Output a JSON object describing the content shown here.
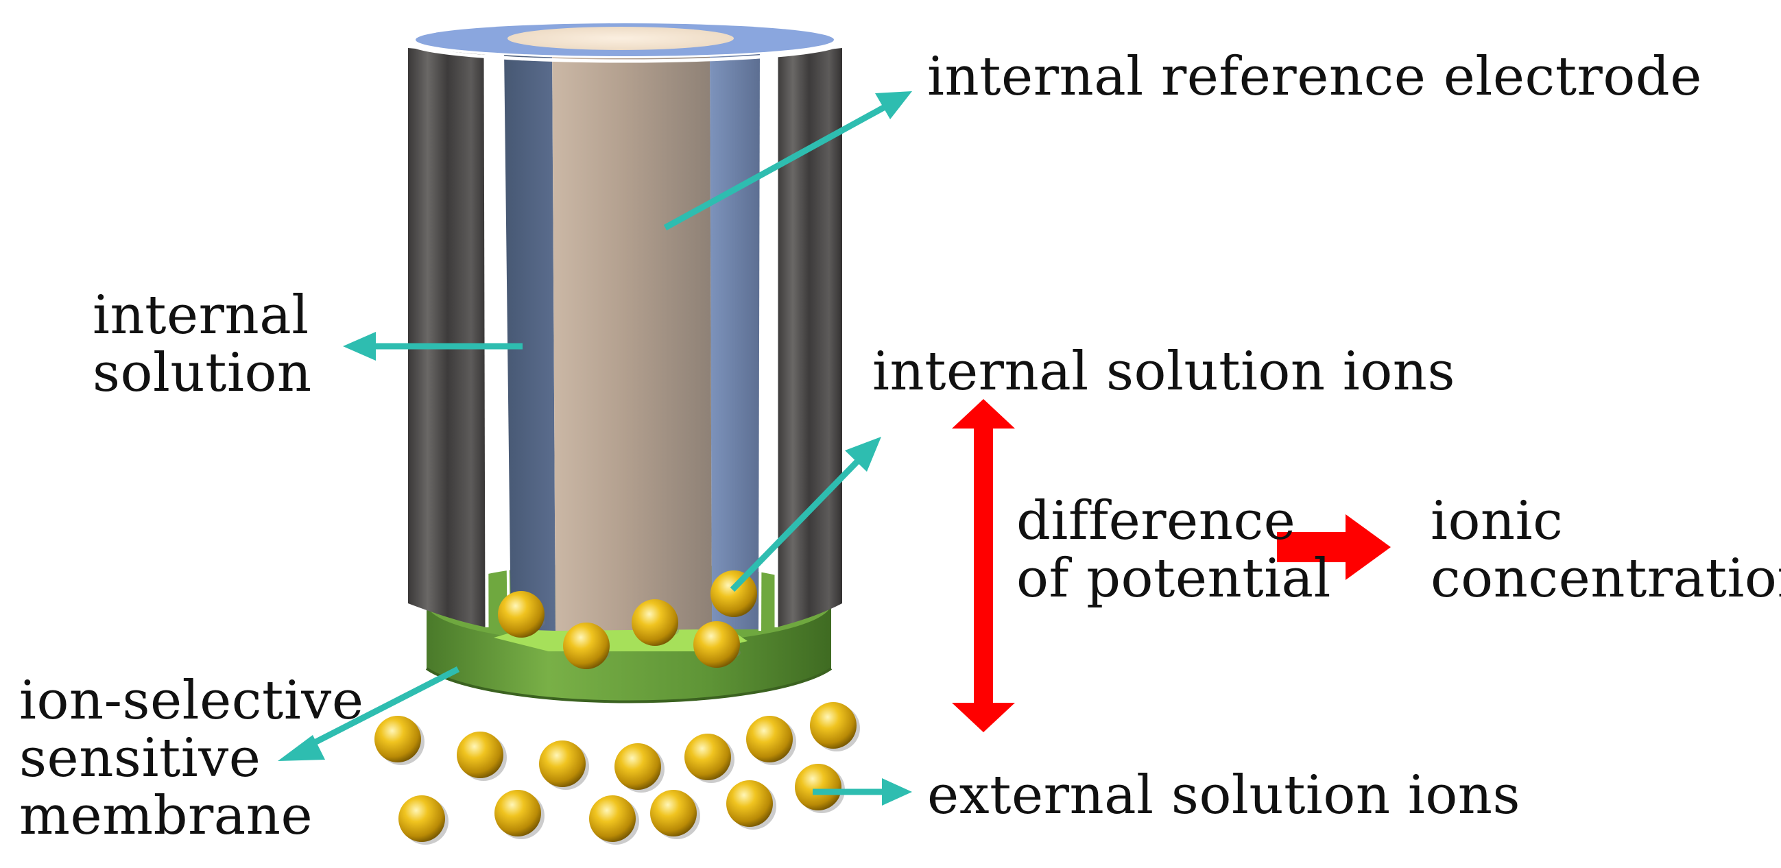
{
  "labels": {
    "internal_reference_electrode": "internal reference electrode",
    "internal_solution": [
      "internal",
      "solution"
    ],
    "internal_solution_ions": "internal solution ions",
    "difference_of_potential": [
      "difference",
      "of potential"
    ],
    "ionic_concentration": [
      "ionic",
      "concentration"
    ],
    "ion_selective_membrane": [
      "ion-selective",
      "sensitive",
      "membrane"
    ],
    "external_solution_ions": "external solution ions"
  },
  "colors": {
    "outer_wall": "#4a4848",
    "internal_solution": "#6b80a6",
    "electrode": "#b9a594",
    "membrane": "#5e9436",
    "membrane_top": "#a6e05a",
    "ion": "#e0b010",
    "pointer_arrow": "#2ebdb0",
    "potential_arrow": "#ff0000",
    "text": "#111111"
  },
  "icons": {
    "ion": "gold-sphere-icon",
    "pointer": "teal-arrow-icon",
    "potential": "red-double-arrow-icon",
    "relation": "red-right-arrow-icon"
  }
}
